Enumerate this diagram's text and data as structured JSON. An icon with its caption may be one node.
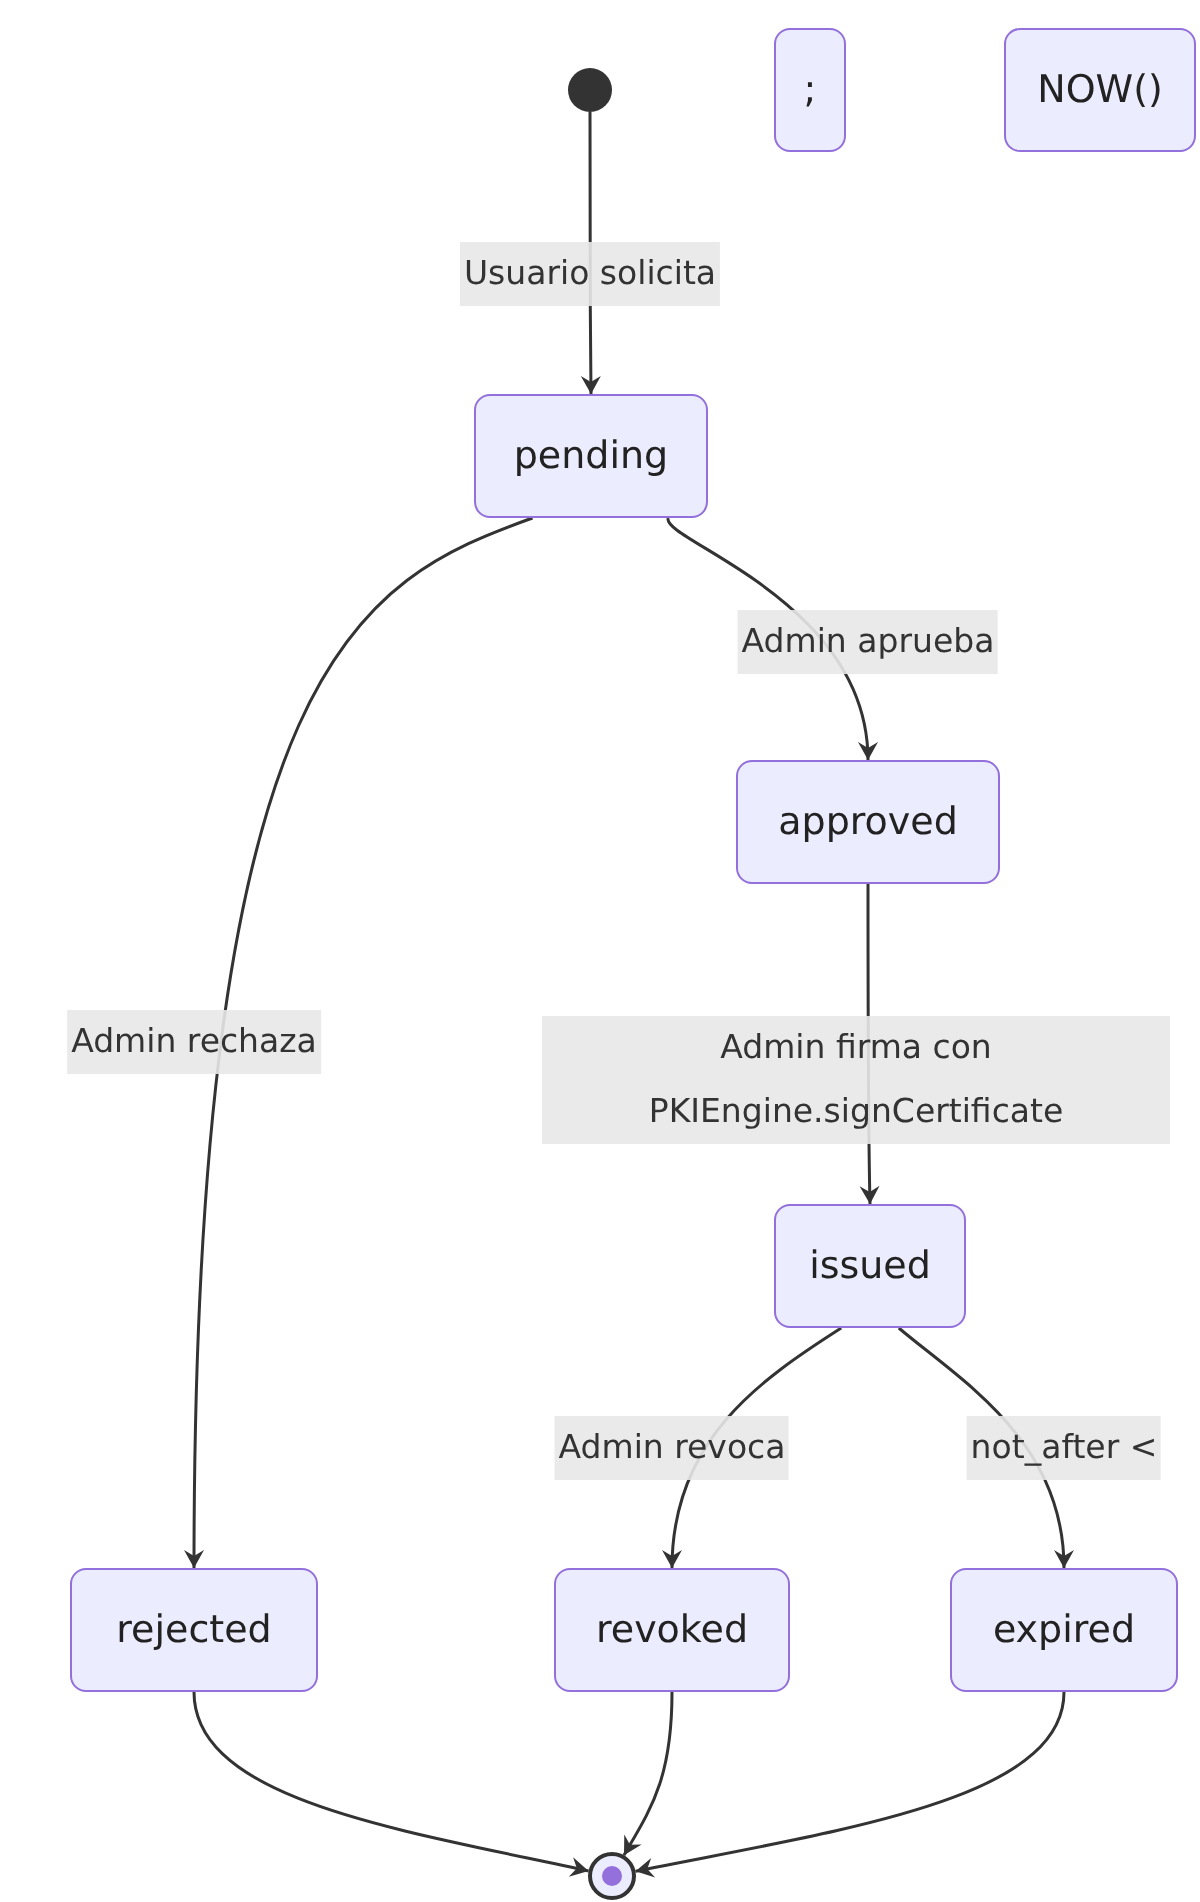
{
  "diagram": {
    "nodes": [
      {
        "text": [],
        "shape": "circle"
      },
      {
        "text": [
          ";"
        ]
      },
      {
        "text": [
          "NOW()"
        ]
      },
      {
        "text": [
          "pending"
        ]
      },
      {
        "text": [
          "approved"
        ]
      },
      {
        "text": [
          "issued"
        ]
      },
      {
        "text": [
          "rejected"
        ]
      },
      {
        "text": [
          "revoked"
        ]
      },
      {
        "text": [
          "expired"
        ]
      },
      {
        "text": [],
        "shape": "circle"
      }
    ],
    "edges": [
      {
        "from": 0,
        "to": 3,
        "arrow": "to",
        "label": "Usuario solicita"
      },
      {
        "from": 3,
        "to": 4,
        "arrow": "to",
        "label": "Admin aprueba"
      },
      {
        "from": 3,
        "to": 6,
        "arrow": "to",
        "label": "Admin rechaza"
      },
      {
        "from": 4,
        "to": 5,
        "arrow": "to",
        "label": "Admin firma con PKIEngine.signCertificate"
      },
      {
        "from": 5,
        "to": 7,
        "arrow": "to",
        "label": "Admin revoca"
      },
      {
        "from": 5,
        "to": 8,
        "arrow": "to",
        "label": "not_after <"
      },
      {
        "from": 6,
        "to": 9,
        "arrow": "to"
      },
      {
        "from": 7,
        "to": 9,
        "arrow": "to"
      },
      {
        "from": 8,
        "to": 9,
        "arrow": "to"
      }
    ]
  }
}
